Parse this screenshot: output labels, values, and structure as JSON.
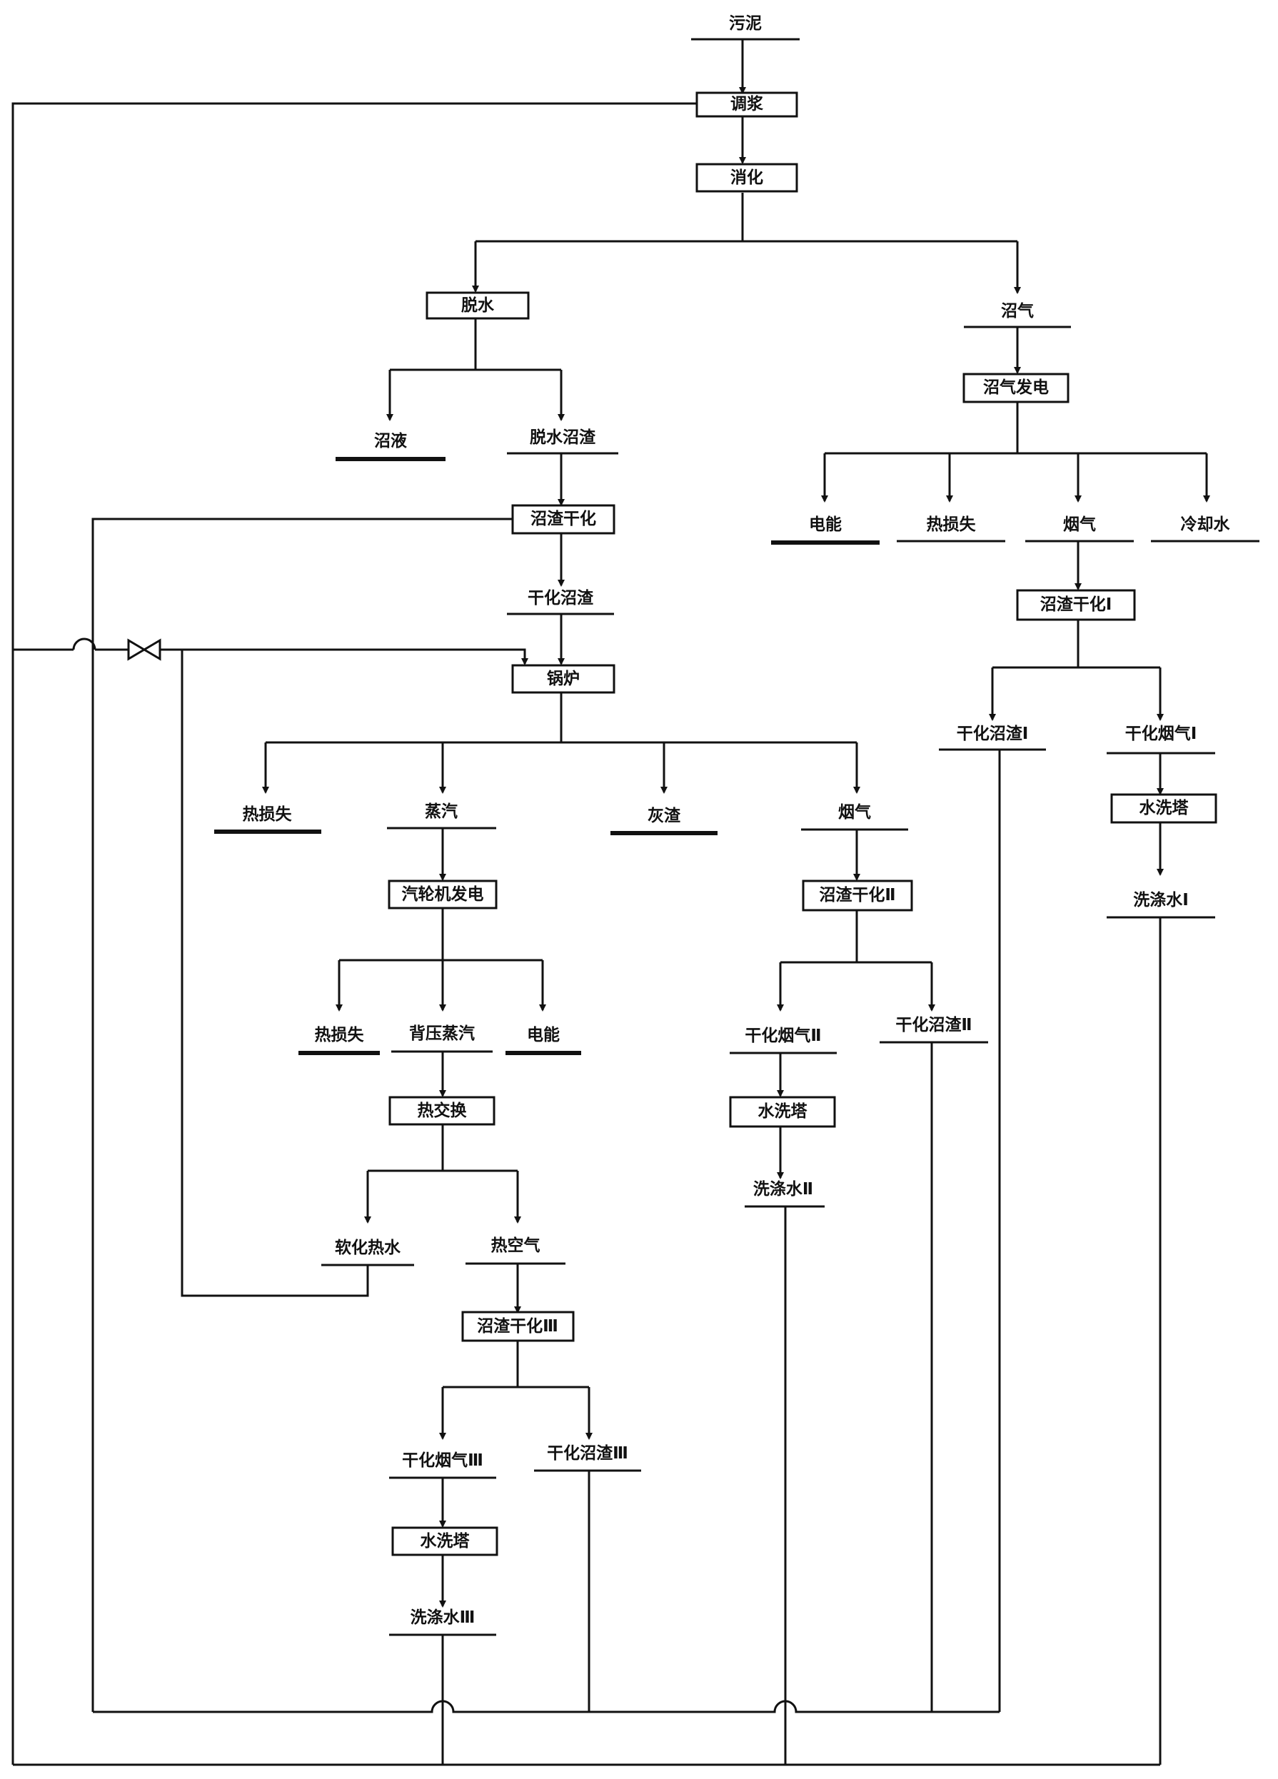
{
  "colors": {
    "line": "#111111",
    "background": "#ffffff"
  },
  "processes": {
    "adjust": "调浆",
    "digest": "消化",
    "dewater": "脱水",
    "biogas_power": "沼气发电",
    "sludge_dry_1": "沼渣干化Ⅰ",
    "sludge_dry_top": "沼渣干化",
    "boiler": "锅炉",
    "scrubber_1": "水洗塔",
    "turbine": "汽轮机发电",
    "sludge_dry_2": "沼渣干化Ⅱ",
    "heat_exchange": "热交换",
    "scrubber_2": "水洗塔",
    "sludge_dry_3": "沼渣干化Ⅲ",
    "scrubber_3": "水洗塔"
  },
  "products": {
    "sludge": "污泥",
    "biogas": "沼气",
    "biogas_slurry": "沼液",
    "dewatered_residue": "脱水沼渣",
    "electric_1": "电能",
    "heat_loss_1": "热损失",
    "flue_gas_1": "烟气",
    "cooling_water": "冷却水",
    "dried_residue": "干化沼渣",
    "dried_residue_1": "干化沼渣Ⅰ",
    "dried_flue_gas_1": "干化烟气Ⅰ",
    "heat_loss_2": "热损失",
    "steam": "蒸汽",
    "ash": "灰渣",
    "flue_gas_2": "烟气",
    "washing_water_1": "洗涤水Ⅰ",
    "heat_loss_3": "热损失",
    "back_pressure_steam": "背压蒸汽",
    "electric_2": "电能",
    "dried_flue_gas_2": "干化烟气Ⅱ",
    "dried_residue_2": "干化沼渣Ⅱ",
    "softened_hot_water": "软化热水",
    "hot_air": "热空气",
    "washing_water_2": "洗涤水Ⅱ",
    "dried_flue_gas_3": "干化烟气Ⅲ",
    "dried_residue_3": "干化沼渣Ⅲ",
    "washing_water_3": "洗涤水Ⅲ"
  }
}
